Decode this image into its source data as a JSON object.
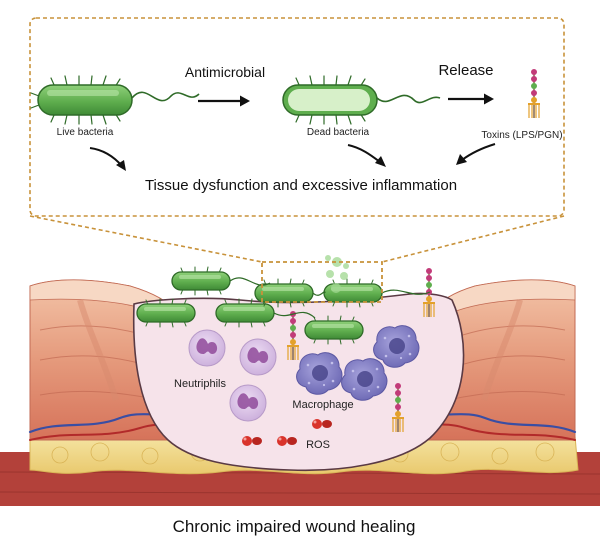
{
  "inset": {
    "live_label": "Live bacteria",
    "dead_label": "Dead bacteria",
    "toxins_label": "Toxins (LPS/PGN)",
    "step1_label": "Antimicrobial",
    "step2_label": "Release",
    "outcome_label": "Tissue dysfunction and excessive inflammation"
  },
  "wound": {
    "neutrophils_label": "Neutriphils",
    "macrophage_label": "Macrophage",
    "ros_label": "ROS"
  },
  "caption": "Chronic impaired wound healing",
  "colors": {
    "bacteria_green": "#5fae4e",
    "dead_bacteria_fill": "#d7f0c9",
    "wound_bed": "#f6e3ea",
    "neutrophil": "#d9c2e4",
    "macrophage": "#8a86c9",
    "ros_red": "#d9332b",
    "dashed_frame": "#c8923a",
    "fat_yellow": "#f0d98a",
    "skin_dermis": "#e59a7c",
    "muscle_red": "#b3413a"
  },
  "icons": {
    "bacterium": "rod-bacterium-icon",
    "toxin": "lps-pgn-toxin-icon",
    "neutrophil": "neutrophil-cell-icon",
    "macrophage": "macrophage-cell-icon",
    "ros": "ros-molecule-icon"
  }
}
